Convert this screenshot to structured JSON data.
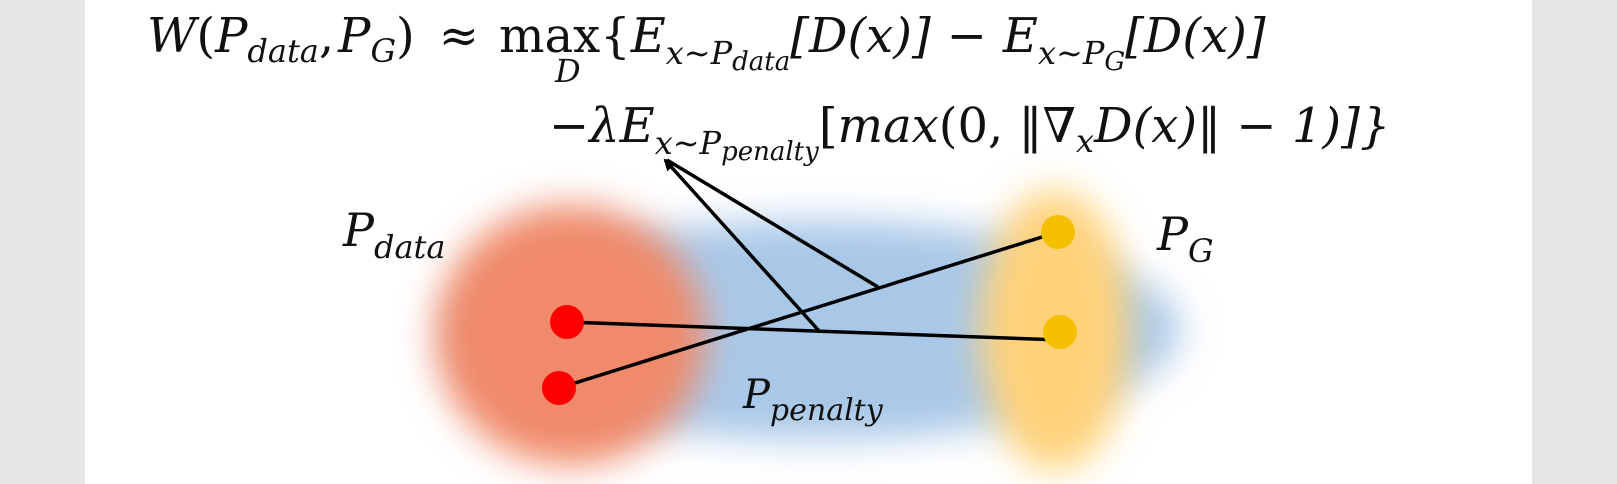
{
  "formula": {
    "line1": {
      "W": "W",
      "lp": "(",
      "P1": "P",
      "P1_sub": "data",
      "comma1": ",",
      "P2": "P",
      "P2_sub": "G",
      "rp": ")",
      "approx": "≈",
      "max": "max",
      "max_sub": "D",
      "lbrace": "{",
      "E1": "E",
      "E1_sub_x": "x∼P",
      "E1_sub_sub": "data",
      "D1": "[D(x)]",
      "minus": "−",
      "E2": "E",
      "E2_sub_x": "x∼P",
      "E2_sub_sub": "G",
      "D2": "[D(x)]"
    },
    "line2": {
      "minus_lambda": "−λ",
      "E3": "E",
      "E3_sub_x": "x∼P",
      "E3_sub_sub": "penalty",
      "bracket_open": "[",
      "max_text": "max",
      "inner": "(0, ‖∇",
      "nabla_sub": "x",
      "tail": "D(x)‖ − 1)]}"
    }
  },
  "labels": {
    "p_data": {
      "main": "P",
      "sub": "data"
    },
    "p_g": {
      "main": "P",
      "sub": "G"
    },
    "p_penalty": {
      "main": "P",
      "sub": "penalty"
    }
  },
  "colors": {
    "p_data_blob": "#f08a6a",
    "p_penalty_blob": "#a9c8e8",
    "p_g_blob": "#ffd27a",
    "data_point": "#ff0000",
    "g_point": "#f5c000",
    "line": "#000000"
  }
}
